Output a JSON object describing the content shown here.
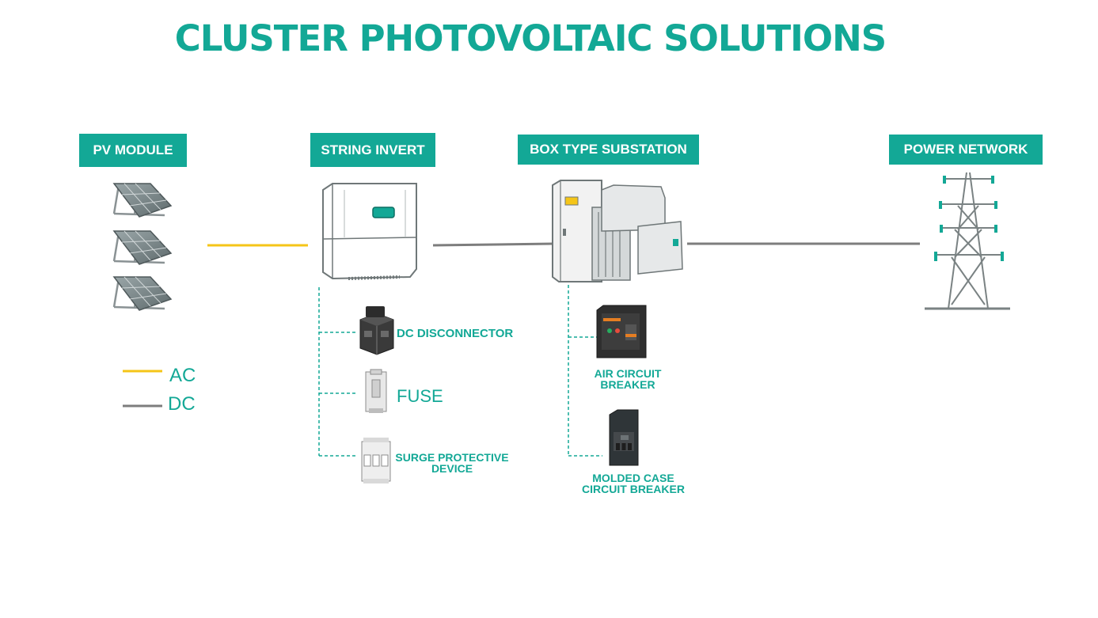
{
  "title": "CLUSTER PHOTOVOLTAIC SOLUTIONS",
  "stages": {
    "pv_module": "PV MODULE",
    "string_invert": "STRING INVERT",
    "box_substation": "BOX TYPE SUBSTATION",
    "power_network": "POWER NETWORK"
  },
  "inverter_components": {
    "dc_disconnector": "DC DISCONNECTOR",
    "fuse": "FUSE",
    "surge_line1": "SURGE PROTECTIVE",
    "surge_line2": "DEVICE"
  },
  "substation_components": {
    "acb_line1": "AIR CIRCUIT",
    "acb_line2": "BREAKER",
    "mccb_line1": "MOLDED CASE",
    "mccb_line2": "CIRCUIT BREAKER"
  },
  "legend": {
    "ac": "AC",
    "dc": "DC"
  },
  "colors": {
    "accent": "#13a896",
    "ac_line": "#f5c518",
    "dc_line": "#7d7d7d"
  }
}
